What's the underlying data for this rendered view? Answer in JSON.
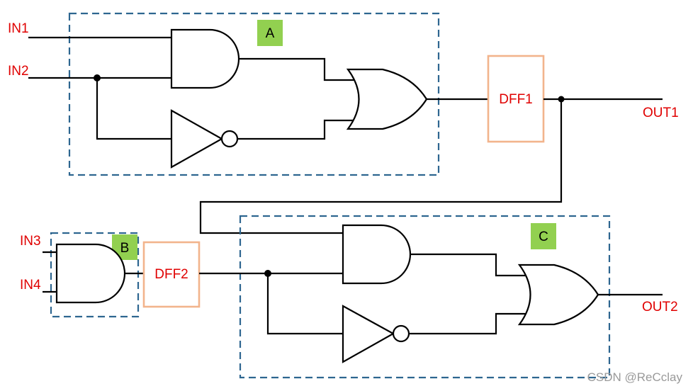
{
  "inputs": {
    "in1": "IN1",
    "in2": "IN2",
    "in3": "IN3",
    "in4": "IN4"
  },
  "outputs": {
    "out1": "OUT1",
    "out2": "OUT2"
  },
  "flip_flops": {
    "dff1": "DFF1",
    "dff2": "DFF2"
  },
  "groups": {
    "a": "A",
    "b": "B",
    "c": "C"
  },
  "colors": {
    "io_text": "#e00000",
    "group_border": "#2e6690",
    "flip_flop_border": "#f2b48c",
    "group_tag": "#92d050",
    "wire": "#000000"
  },
  "watermark": "CSDN @ReCclay"
}
